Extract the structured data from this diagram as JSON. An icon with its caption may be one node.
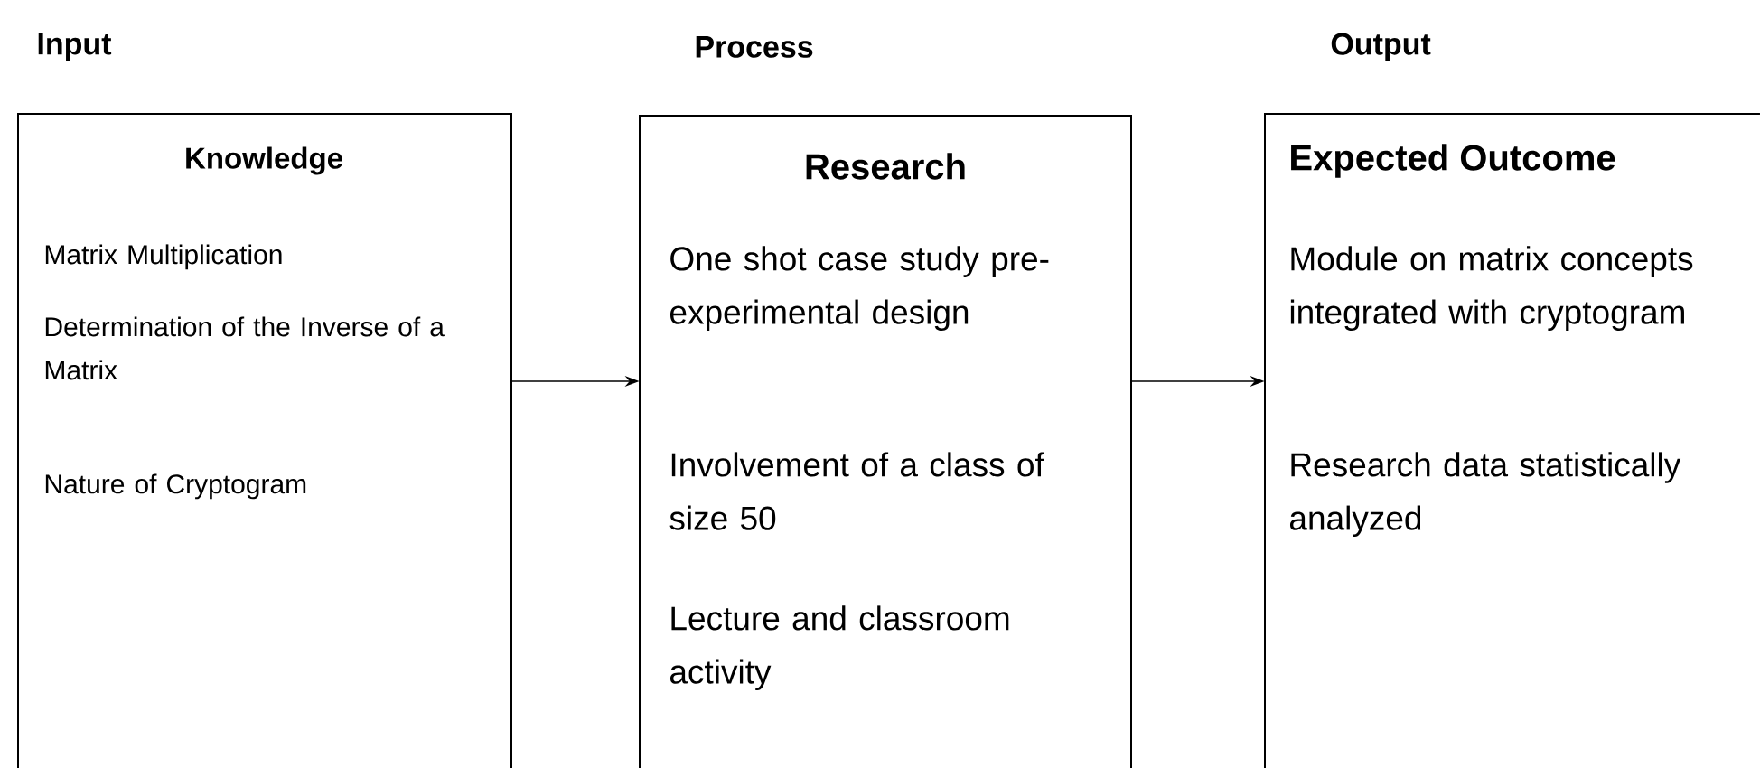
{
  "diagram": {
    "nodes": [
      {
        "text": [
          "Input",
          "Knowledge",
          "Matrix Multiplication",
          "Determination of the Inverse of a Matrix",
          "Nature of Cryptogram"
        ]
      },
      {
        "text": [
          "Process",
          "Research",
          "One shot case study pre-experimental design",
          "Involvement of a class of size 50",
          "Lecture and classroom activity"
        ]
      },
      {
        "text": [
          "Output",
          "Expected Outcome",
          "Module on matrix concepts integrated with cryptogram",
          "Research data statistically analyzed"
        ]
      }
    ],
    "edges": [
      {
        "from": 0,
        "to": 1,
        "arrow": "to"
      },
      {
        "from": 1,
        "to": 2,
        "arrow": "to"
      }
    ]
  }
}
